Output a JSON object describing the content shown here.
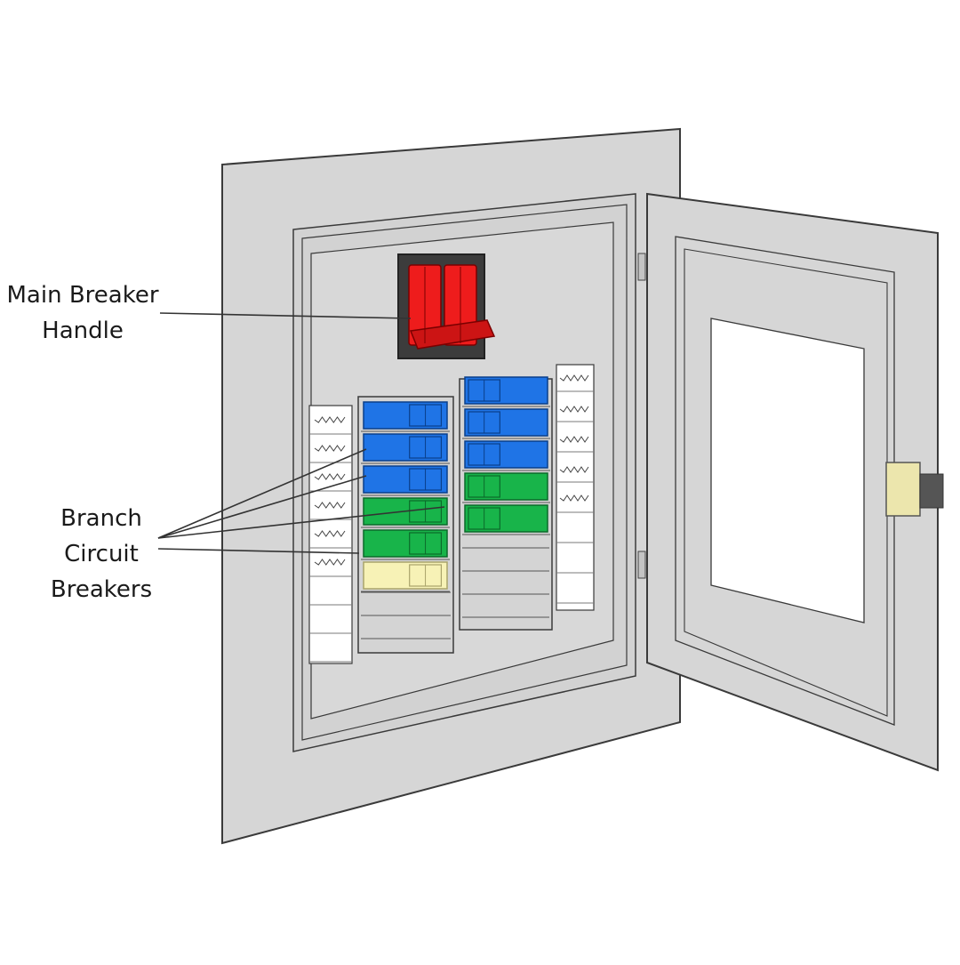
{
  "labels": {
    "main_breaker": {
      "line1": "Main Breaker",
      "line2": "Handle"
    },
    "branch_breakers": {
      "line1": "Branch",
      "line2": "Circuit",
      "line3": "Breakers"
    }
  },
  "colors": {
    "panel": "#d6d6d6",
    "outline": "#3a3a3a",
    "main_breaker": "#ee1c1c",
    "breaker_blue": "#1f74e6",
    "breaker_green": "#18b44a",
    "breaker_cream": "#f7f2b6",
    "latch": "#ece6ad",
    "window": "#ffffff"
  },
  "icons": {
    "main_breaker": "main-breaker-handle-icon",
    "branch_breaker": "branch-breaker-icon",
    "door_latch": "door-latch-icon"
  },
  "breakers": {
    "left_column": [
      "blue",
      "blue",
      "blue",
      "green",
      "green",
      "cream"
    ],
    "right_column": [
      "blue",
      "blue",
      "blue",
      "green",
      "green"
    ]
  }
}
